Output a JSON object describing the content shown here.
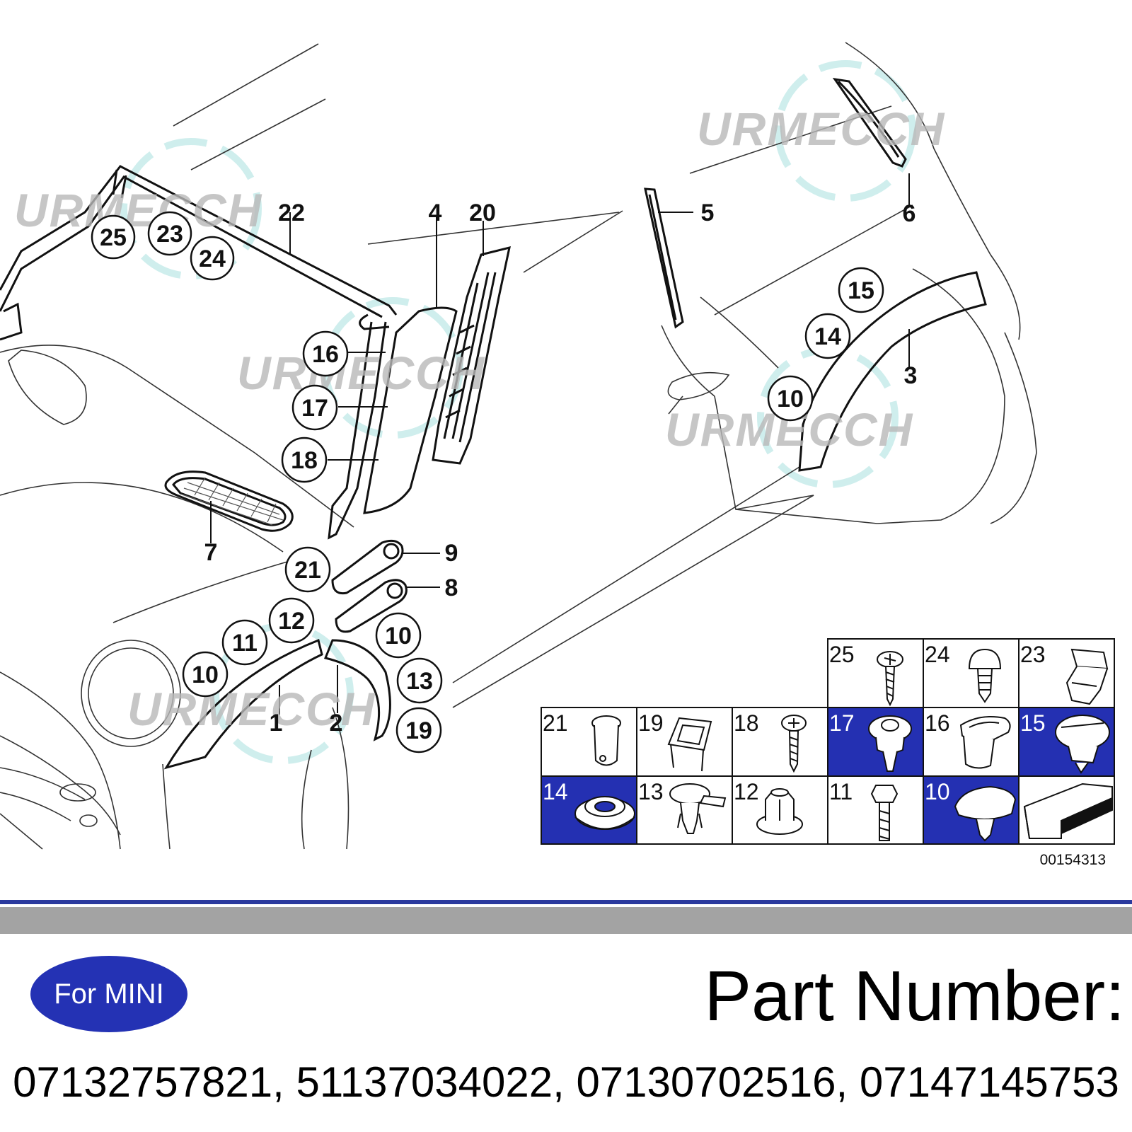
{
  "watermark": "URMECCH",
  "callouts": [
    "25",
    "23",
    "24",
    "22",
    "4",
    "20",
    "5",
    "6",
    "16",
    "17",
    "18",
    "15",
    "14",
    "10",
    "3",
    "7",
    "21",
    "9",
    "8",
    "12",
    "11",
    "10",
    "10",
    "13",
    "1",
    "2",
    "19"
  ],
  "grid": {
    "cells": [
      {
        "num": "25",
        "icon": "torx-screw-icon"
      },
      {
        "num": "24",
        "icon": "push-rivet-icon"
      },
      {
        "num": "23",
        "icon": "clip-nut-icon"
      },
      {
        "num": "21",
        "icon": "sleeve-icon"
      },
      {
        "num": "19",
        "icon": "square-clip-icon"
      },
      {
        "num": "18",
        "icon": "phillips-screw-icon"
      },
      {
        "num": "17",
        "icon": "expansion-rivet-icon"
      },
      {
        "num": "16",
        "icon": "grommet-clip-icon"
      },
      {
        "num": "15",
        "icon": "bolt-clip-icon"
      },
      {
        "num": "14",
        "icon": "grommet-icon"
      },
      {
        "num": "13",
        "icon": "tab-clip-icon"
      },
      {
        "num": "12",
        "icon": "hex-nut-icon"
      },
      {
        "num": "11",
        "icon": "hex-bolt-icon"
      },
      {
        "num": "10",
        "icon": "trim-clip-icon"
      }
    ],
    "highlight_color": "#2430b2",
    "diagram_id": "00154313"
  },
  "footer": {
    "badge": "For MINI",
    "title": "Part Number:",
    "numbers": "07132757821, 51137034022, 07130702516, 07147145753"
  }
}
